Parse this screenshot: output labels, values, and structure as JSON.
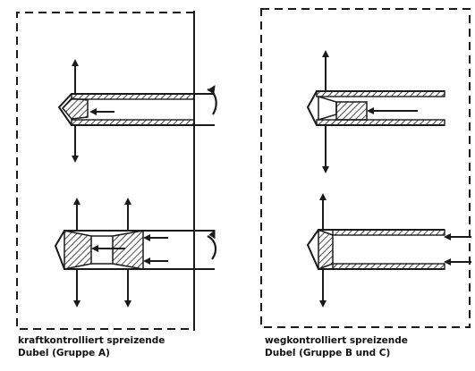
{
  "captions": {
    "left": {
      "line1": "kraftkontrolliert spreizende",
      "line2": "Dubel (Gruppe A)"
    },
    "right": {
      "line1": "wegkontrolliert spreizende",
      "line2": "Dubel (Gruppe B und C)"
    }
  },
  "colors": {
    "ink": "#1a1a1a",
    "background": "#ffffff"
  }
}
